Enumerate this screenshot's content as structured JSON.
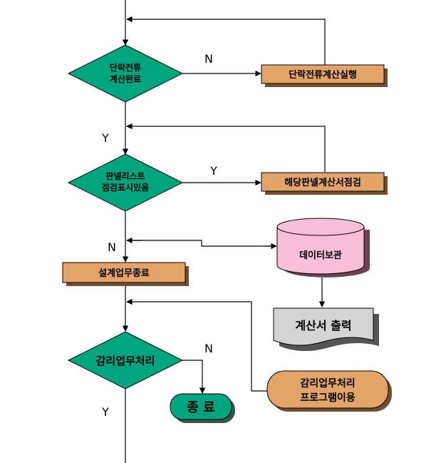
{
  "decision_1": {
    "line1": "단락전류",
    "line2": "계산완료"
  },
  "decision_2": {
    "line1": "판넬리스트",
    "line2": "점검표시있음"
  },
  "decision_3": {
    "label": "감리업무처리"
  },
  "process_short_circuit": {
    "label": "단락전류계산실행"
  },
  "process_panel_check": {
    "label": "해당판넬계산서점검"
  },
  "process_design_end": {
    "label": "설계업무종료"
  },
  "data_store": {
    "label": "데이터보관"
  },
  "document_output": {
    "label": "계산서 출력"
  },
  "supervision_program": {
    "line1": "감리업무처리",
    "line2": "프로그램이용"
  },
  "terminal_end": {
    "label": "종 료"
  },
  "edge_labels": {
    "d1_no": "N",
    "d1_yes": "Y",
    "d2_yes": "Y",
    "d2_no": "N",
    "d3_no": "N",
    "d3_yes": "Y"
  },
  "colors": {
    "decision_fill": "#00a57e",
    "process_fill": "#e3a46a",
    "datastore_fill": "#f7c0d8",
    "document_fill": "#d4d4d4",
    "terminal_fill": "#00a57e",
    "program_fill": "#e3a46a"
  }
}
